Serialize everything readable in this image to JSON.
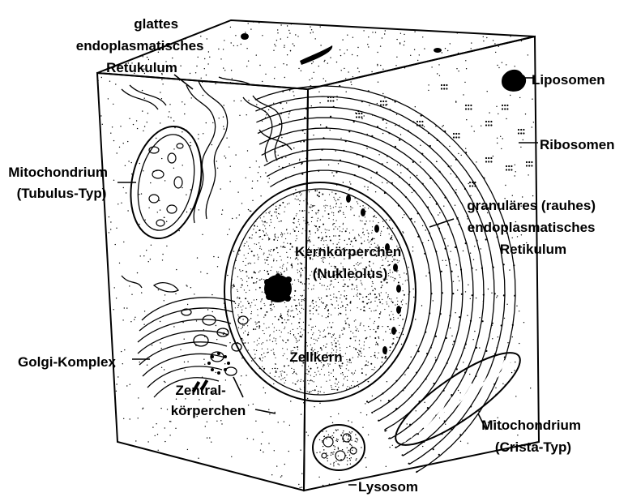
{
  "labels": {
    "smooth_er": [
      "glattes",
      "endoplasmatisches",
      "Retukulum"
    ],
    "liposomes": "Liposomen",
    "ribosomes": "Ribosomen",
    "mito_tubulus": [
      "Mitochondrium",
      "(Tubulus-Typ)"
    ],
    "rough_er": [
      "granuläres (rauhes)",
      "endoplasmatisches",
      "Retikulum"
    ],
    "nucleolus": [
      "Kernkörperchen",
      "(Nukleolus)"
    ],
    "nucleus": "Zellkern",
    "golgi": "Golgi-Komplex",
    "centriole": [
      "Zentral-",
      "körperchen"
    ],
    "mito_crista": [
      "Mitochondrium",
      "(Crista-Typ)"
    ],
    "lysosome": "Lysosom"
  }
}
